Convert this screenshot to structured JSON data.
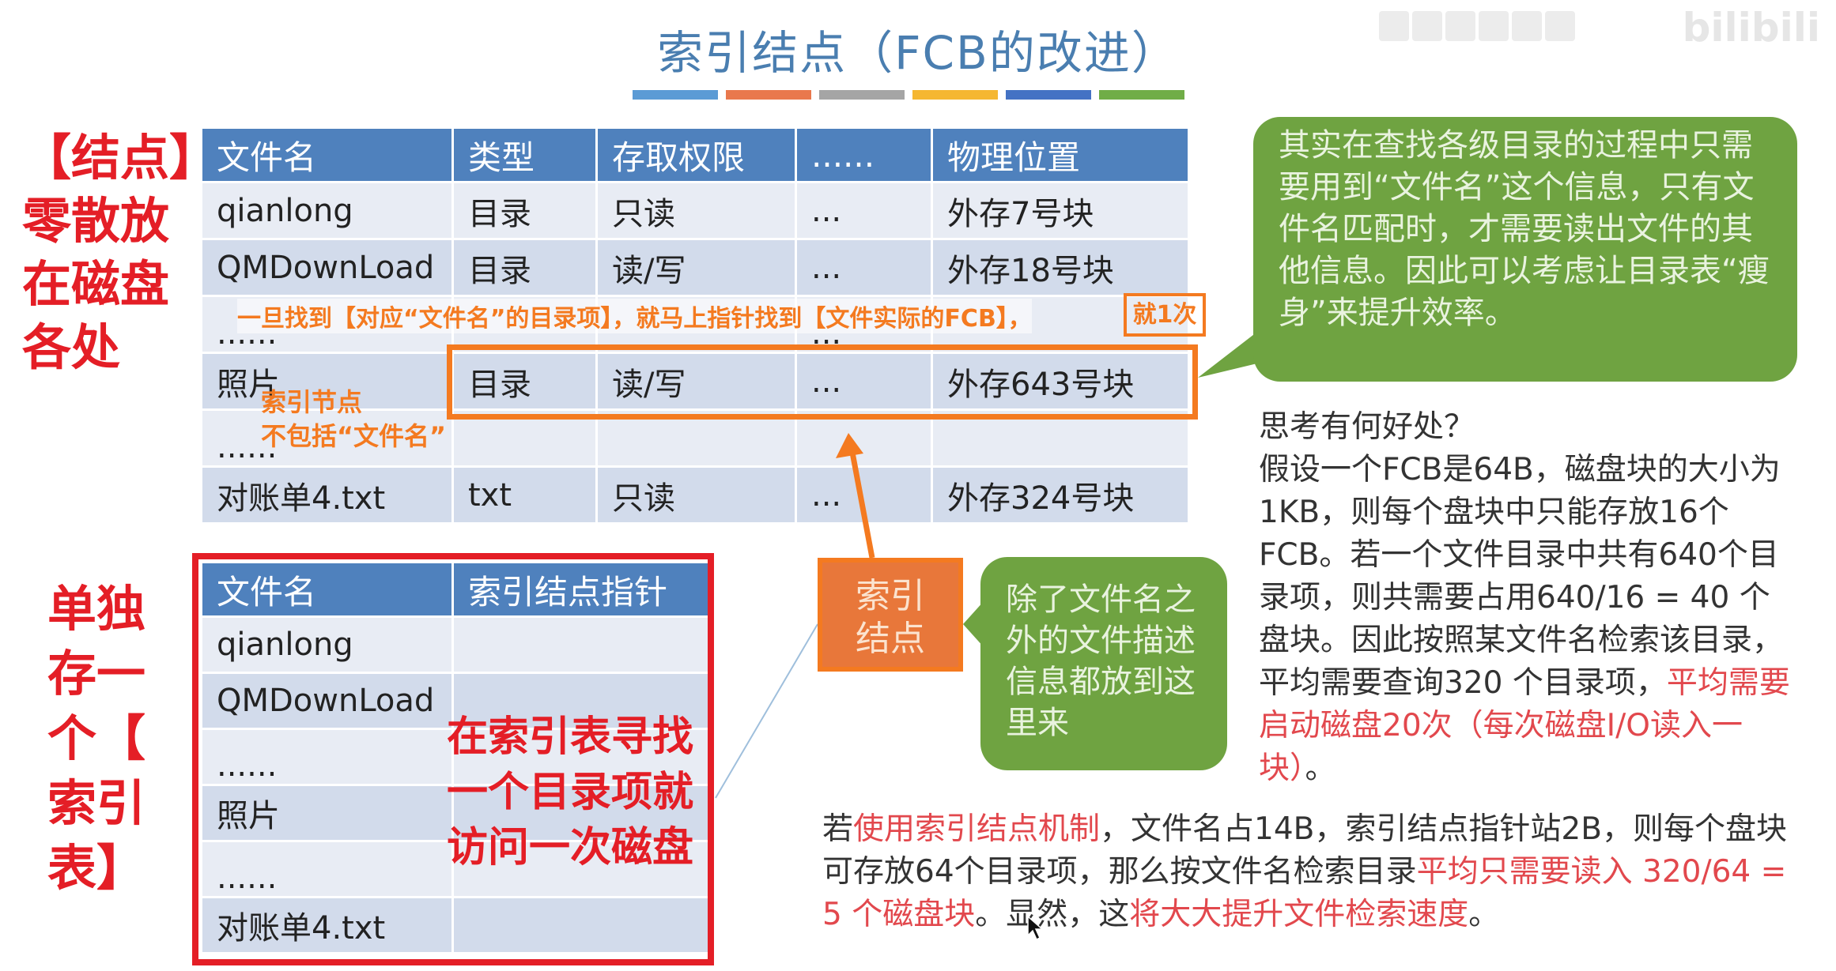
{
  "title": "索引结点（FCB的改进）",
  "title_bar_colors": [
    "#5b9bd5",
    "#e9784d",
    "#a5a5a5",
    "#f5b731",
    "#4472c4",
    "#70ad47"
  ],
  "left_labels": {
    "top": [
      "【结点】",
      "零散放",
      "在磁盘",
      "各处"
    ],
    "bottom": [
      "单独",
      "存一",
      "个【",
      "索引",
      "表】"
    ]
  },
  "main_table": {
    "headers": [
      "文件名",
      "类型",
      "存取权限",
      "......",
      "物理位置"
    ],
    "rows": [
      [
        "qianlong",
        "目录",
        "只读",
        "...",
        "外存7号块"
      ],
      [
        "QMDownLoad",
        "目录",
        "读/写",
        "...",
        "外存18号块"
      ],
      [
        "......",
        "",
        "",
        "...",
        ""
      ],
      [
        "照片",
        "目录",
        "读/写",
        "...",
        "外存643号块"
      ],
      [
        "......",
        "",
        "",
        "",
        ""
      ],
      [
        "对账单4.txt",
        "txt",
        "只读",
        "...",
        "外存324号块"
      ]
    ]
  },
  "orange_annotation": {
    "line": "一旦找到【对应“文件名”的目录项】，就马上指针找到【文件实际的FCB】，",
    "once": "就1次",
    "note1": "索引节点",
    "note2": "不包括“文件名”"
  },
  "index_table": {
    "headers": [
      "文件名",
      "索引结点指针"
    ],
    "rows": [
      "qianlong",
      "QMDownLoad",
      "......",
      "照片",
      "......",
      "对账单4.txt"
    ]
  },
  "index_table_note": [
    "在索引表寻找",
    "一个目录项就",
    "访问一次磁盘"
  ],
  "index_node_box": [
    "索引",
    "结点"
  ],
  "bubble_top": "其实在查找各级目录的过程中只需要用到“文件名”这个信息，只有文件名匹配时，才需要读出文件的其他信息。因此可以考虑让目录表“瘦身”来提升效率。",
  "bubble_mid": "除了文件名之外的文件描述信息都放到这里来",
  "think": {
    "q": "思考有何好处？",
    "body": "假设一个FCB是64B，磁盘块的大小为1KB，则每个盘块中只能存放16个FCB。若一个文件目录中共有640个目录项，则共需要占用640/16 = 40 个盘块。因此按照某文件名检索该目录，平均需要查询320 个目录项，",
    "red": "平均需要启动磁盘20次（每次磁盘I/O读入一块）",
    "end": "。"
  },
  "bottom": {
    "p1": "若",
    "r1": "使用索引结点机制",
    "p2": "，文件名占14B，索引结点指针站2B，则每个盘块可存放64个目录项，那么按文件名检索目录",
    "r2": "平均只需要读入 320/64 = 5 个磁盘块",
    "p3": "。显然，这",
    "r3": "将大大提升文件检索速度",
    "p4": "。"
  }
}
